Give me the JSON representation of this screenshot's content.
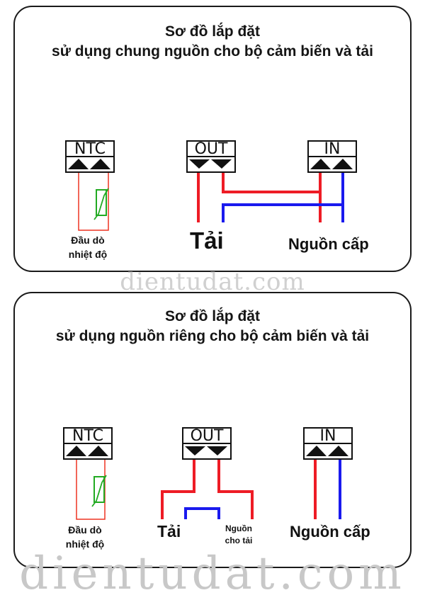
{
  "panel1": {
    "title_line1": "Sơ đồ lắp đặt",
    "title_line2": "sử dụng chung nguồn cho bộ cảm biến và tải",
    "ntc_label": "NTC",
    "out_label": "OUT",
    "in_label": "IN",
    "probe_line1": "Đầu dò",
    "probe_line2": "nhiệt độ",
    "load_label": "Tải",
    "supply_label": "Nguồn cấp"
  },
  "panel2": {
    "title_line1": "Sơ đồ lắp đặt",
    "title_line2": "sử dụng nguồn riêng cho bộ cảm biến và tải",
    "ntc_label": "NTC",
    "out_label": "OUT",
    "in_label": "IN",
    "probe_line1": "Đầu dò",
    "probe_line2": "nhiệt độ",
    "load_label": "Tải",
    "load_supply_line1": "Nguồn",
    "load_supply_line2": "cho tải",
    "supply_label": "Nguồn cấp"
  },
  "watermark_small": "dientudat.com",
  "watermark_large": "dientudat.com",
  "colors": {
    "positive": "#ee1c25",
    "negative": "#1a1aee",
    "thermistor": "#22aa22",
    "frame": "#1a1a1a"
  }
}
